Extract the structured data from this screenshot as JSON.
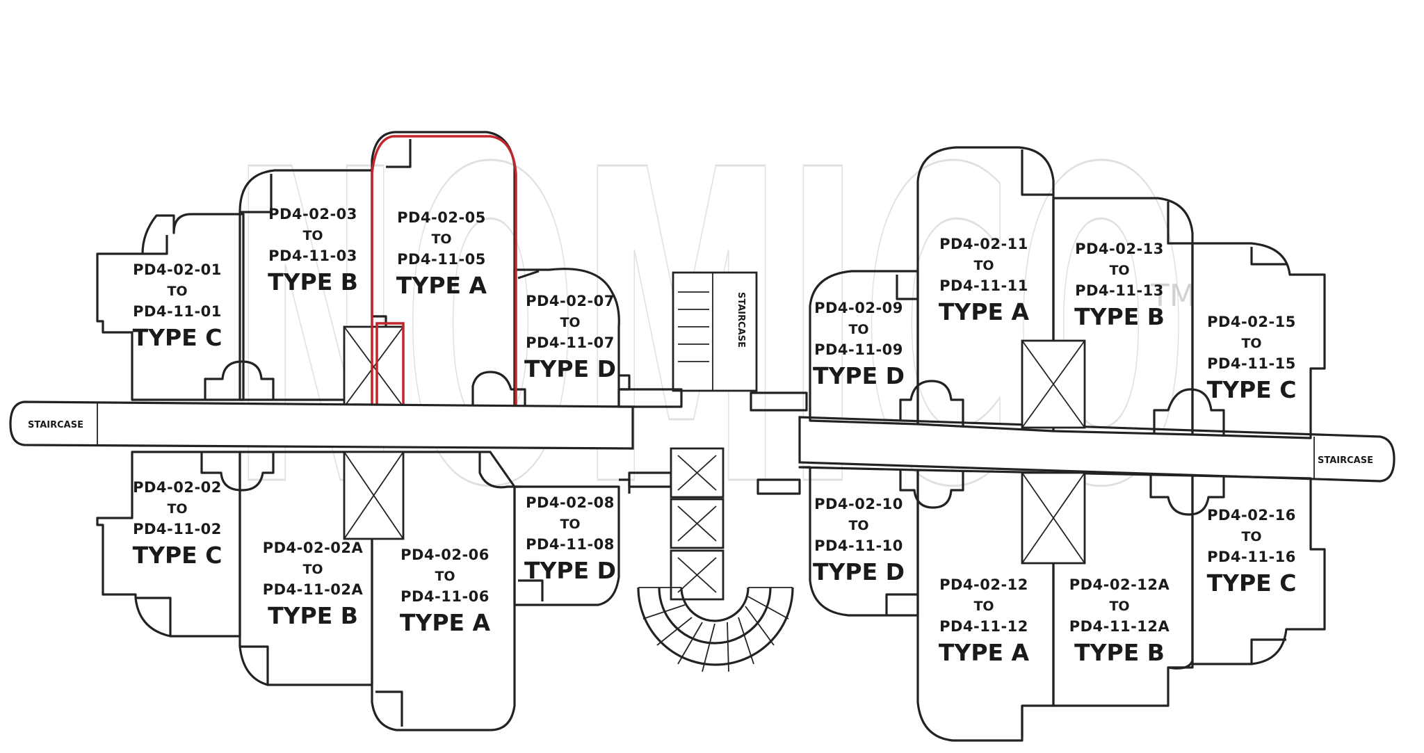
{
  "floor_plan": {
    "units": [
      {
        "key": "u01",
        "from": "PD4-02-01",
        "to_word": "TO",
        "to": "PD4-11-01",
        "type": "TYPE C",
        "highlighted": false
      },
      {
        "key": "u03",
        "from": "PD4-02-03",
        "to_word": "TO",
        "to": "PD4-11-03",
        "type": "TYPE B",
        "highlighted": false
      },
      {
        "key": "u05",
        "from": "PD4-02-05",
        "to_word": "TO",
        "to": "PD4-11-05",
        "type": "TYPE A",
        "highlighted": true
      },
      {
        "key": "u07",
        "from": "PD4-02-07",
        "to_word": "TO",
        "to": "PD4-11-07",
        "type": "TYPE D",
        "highlighted": false
      },
      {
        "key": "u02",
        "from": "PD4-02-02",
        "to_word": "TO",
        "to": "PD4-11-02",
        "type": "TYPE C",
        "highlighted": false
      },
      {
        "key": "u02a",
        "from": "PD4-02-02A",
        "to_word": "TO",
        "to": "PD4-11-02A",
        "type": "TYPE B",
        "highlighted": false
      },
      {
        "key": "u06",
        "from": "PD4-02-06",
        "to_word": "TO",
        "to": "PD4-11-06",
        "type": "TYPE A",
        "highlighted": false
      },
      {
        "key": "u08",
        "from": "PD4-02-08",
        "to_word": "TO",
        "to": "PD4-11-08",
        "type": "TYPE D",
        "highlighted": false
      },
      {
        "key": "u09",
        "from": "PD4-02-09",
        "to_word": "TO",
        "to": "PD4-11-09",
        "type": "TYPE D",
        "highlighted": false
      },
      {
        "key": "u11",
        "from": "PD4-02-11",
        "to_word": "TO",
        "to": "PD4-11-11",
        "type": "TYPE A",
        "highlighted": false
      },
      {
        "key": "u13",
        "from": "PD4-02-13",
        "to_word": "TO",
        "to": "PD4-11-13",
        "type": "TYPE B",
        "highlighted": false
      },
      {
        "key": "u15",
        "from": "PD4-02-15",
        "to_word": "TO",
        "to": "PD4-11-15",
        "type": "TYPE C",
        "highlighted": false
      },
      {
        "key": "u10",
        "from": "PD4-02-10",
        "to_word": "TO",
        "to": "PD4-11-10",
        "type": "TYPE D",
        "highlighted": false
      },
      {
        "key": "u12",
        "from": "PD4-02-12",
        "to_word": "TO",
        "to": "PD4-11-12",
        "type": "TYPE A",
        "highlighted": false
      },
      {
        "key": "u12a",
        "from": "PD4-02-12A",
        "to_word": "TO",
        "to": "PD4-11-12A",
        "type": "TYPE B",
        "highlighted": false
      },
      {
        "key": "u16",
        "from": "PD4-02-16",
        "to_word": "TO",
        "to": "PD4-11-16",
        "type": "TYPE C",
        "highlighted": false
      }
    ],
    "staircase_labels": {
      "left": "STAIRCASE",
      "right": "STAIRCASE",
      "core": "STAIRCASE"
    },
    "watermark": {
      "text": "NOMICO",
      "trademark": "TM"
    },
    "colors": {
      "line": "#222222",
      "highlight": "#c0262c",
      "watermark": "#c8c8c8",
      "background": "#ffffff"
    }
  }
}
